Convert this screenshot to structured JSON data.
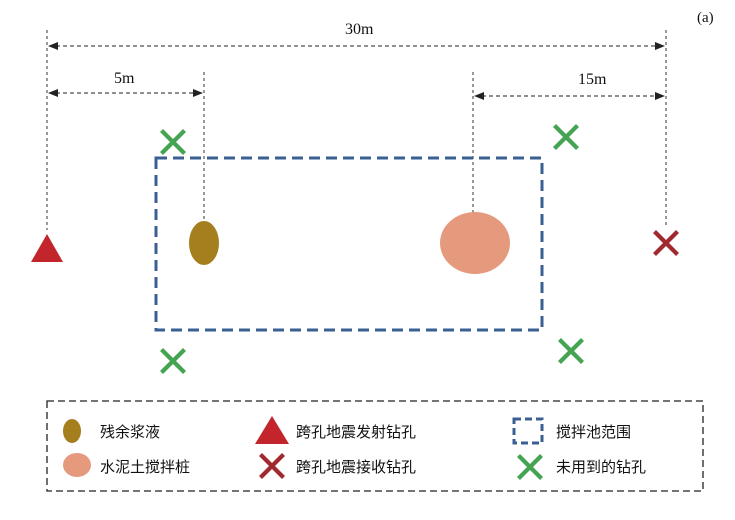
{
  "panel_label": "(a)",
  "dimensions": {
    "total": "30m",
    "left": "5m",
    "right": "15m"
  },
  "colors": {
    "residual_slurry": "#A57E1D",
    "cement_pile": "#E59A7E",
    "source_hole": "#C3252C",
    "receiver_hole": "#A1282E",
    "unused_hole": "#44A451",
    "mixing_pool": "#3A5F93",
    "dimension_line": "#222222",
    "legend_border": "#222222"
  },
  "legend": {
    "residual_slurry": "残余浆液",
    "cement_pile": "水泥土搅拌桩",
    "source_hole": "跨孔地震发射钻孔",
    "receiver_hole": "跨孔地震接收钻孔",
    "mixing_pool": "搅拌池范围",
    "unused_hole": "未用到的钻孔"
  },
  "icons": {
    "residual_slurry": "ellipse-olive",
    "cement_pile": "circle-salmon",
    "source_hole": "triangle-red",
    "receiver_hole": "x-mark-red",
    "mixing_pool": "dashed-rectangle-blue",
    "unused_hole": "x-mark-green"
  }
}
